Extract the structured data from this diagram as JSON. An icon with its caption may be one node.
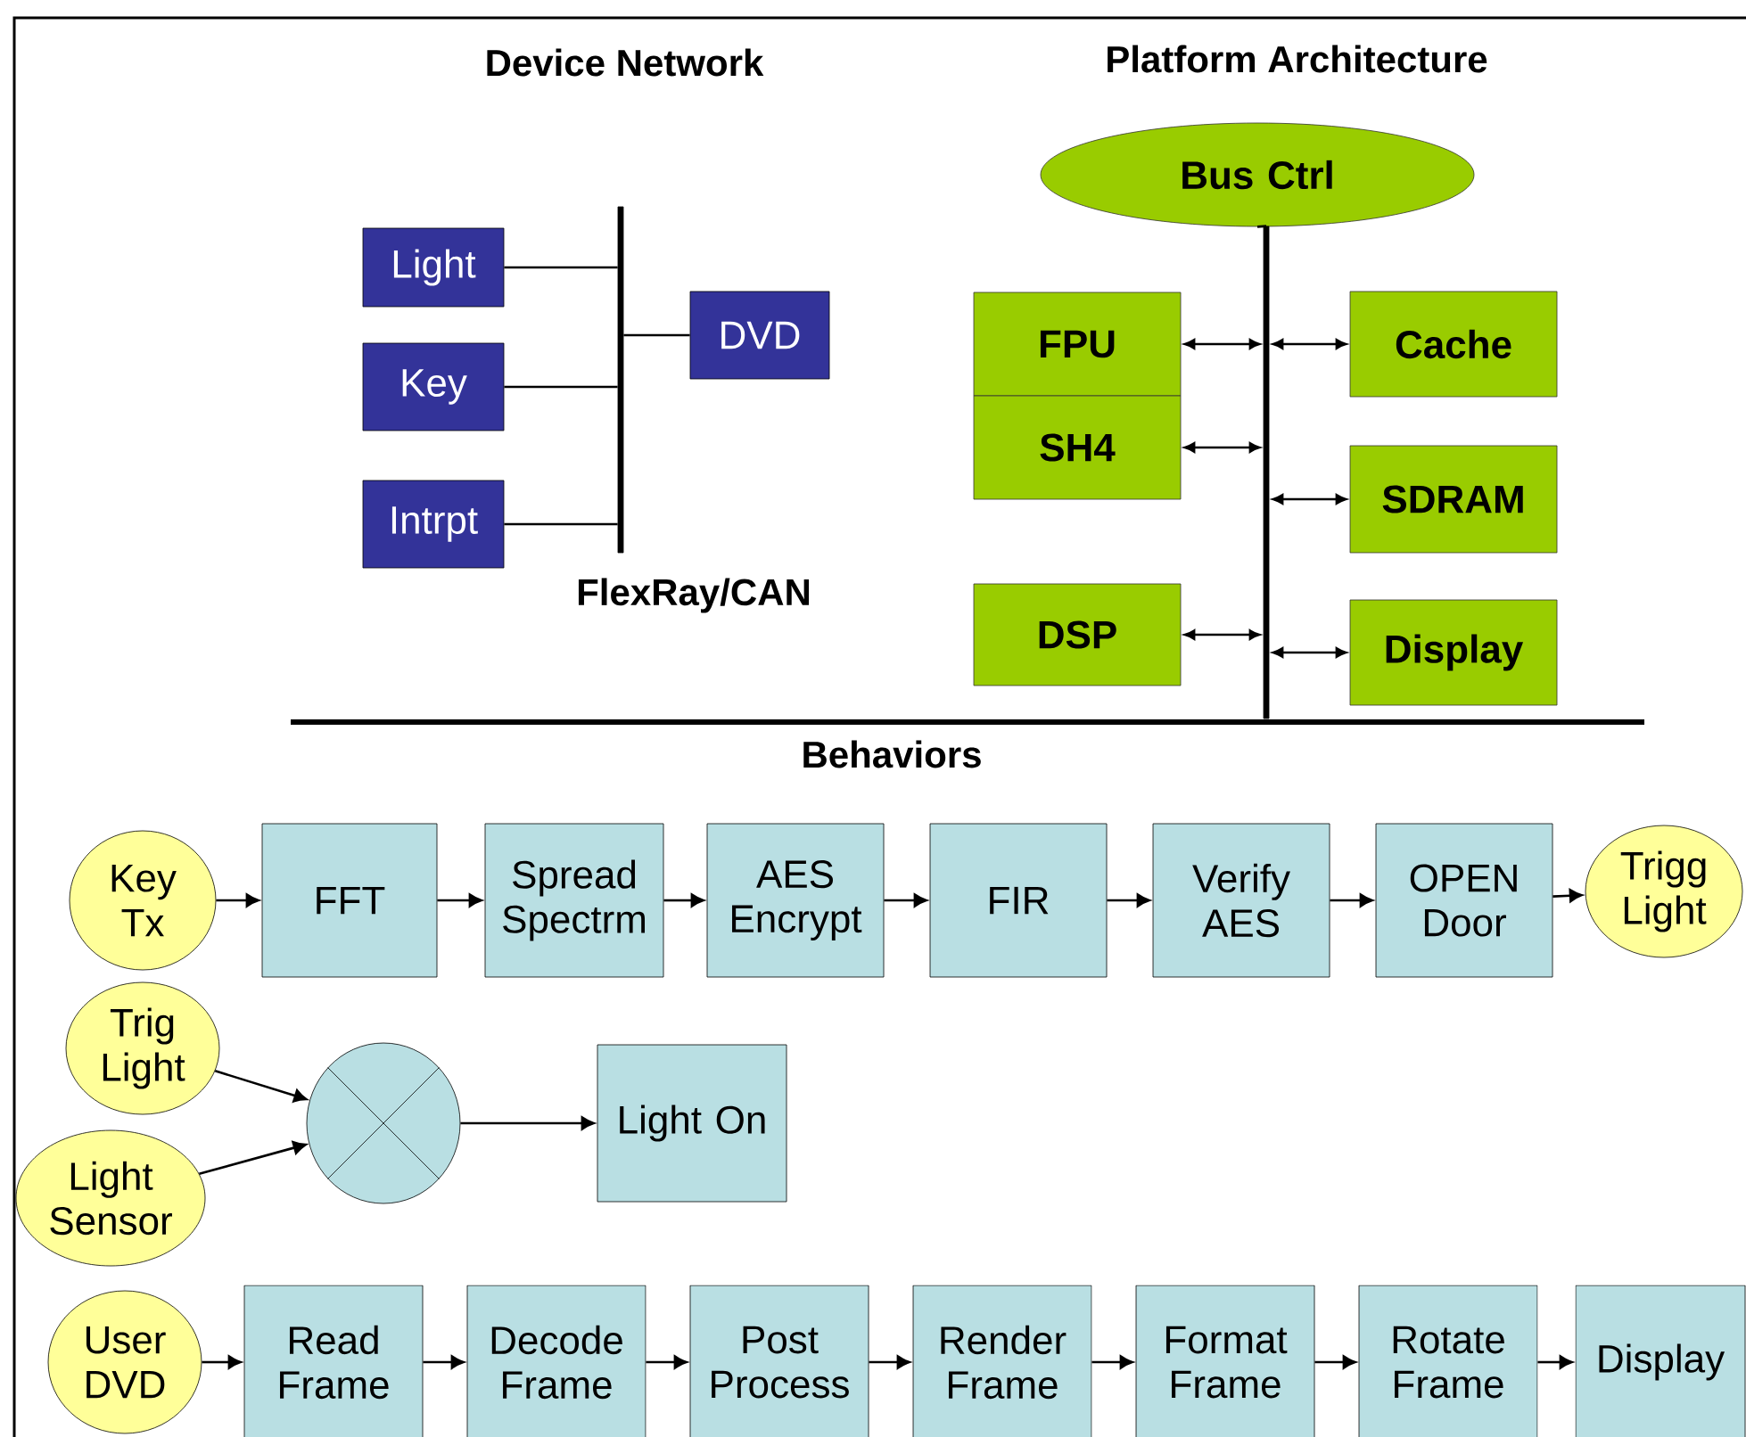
{
  "diagram": {
    "nodes": [
      {
        "text": [
          "Light"
        ]
      },
      {
        "text": [
          "Key"
        ]
      },
      {
        "text": [
          "Intrpt"
        ]
      },
      {
        "text": [],
        "shape": "bar"
      },
      {
        "text": [
          "DVD"
        ]
      },
      {
        "text": [
          "Bus Ctrl"
        ]
      },
      {
        "text": [],
        "shape": "bar"
      },
      {
        "text": [
          "FPU"
        ]
      },
      {
        "text": [
          "Cache"
        ]
      },
      {
        "text": [
          "SH4"
        ]
      },
      {
        "text": [
          "SDRAM"
        ]
      },
      {
        "text": [
          "DSP"
        ]
      },
      {
        "text": [
          "Display"
        ]
      },
      {
        "text": [
          "Key Tx"
        ]
      },
      {
        "text": [
          "FFT"
        ]
      },
      {
        "text": [
          "Spread Spectrm"
        ]
      },
      {
        "text": [
          "AES Encrypt"
        ]
      },
      {
        "text": [
          "FIR"
        ]
      },
      {
        "text": [
          "Verify AES"
        ]
      },
      {
        "text": [
          "OPEN Door"
        ]
      },
      {
        "text": [
          "Trigg Light"
        ]
      },
      {
        "text": [
          "Trig Light"
        ]
      },
      {
        "text": [],
        "shape": "circle"
      },
      {
        "text": [
          "Light On"
        ]
      },
      {
        "text": [
          "Light Sensor"
        ]
      },
      {
        "text": [
          "User DVD"
        ]
      },
      {
        "text": [
          "Read Frame"
        ]
      },
      {
        "text": [
          "Decode Frame"
        ]
      },
      {
        "text": [
          "Post Process"
        ]
      },
      {
        "text": [
          "Render Frame"
        ]
      },
      {
        "text": [
          "Format Frame"
        ]
      },
      {
        "text": [
          "Rotate Frame"
        ]
      },
      {
        "text": [
          "Display"
        ]
      }
    ],
    "edges": [
      {
        "from": 0,
        "to": 3,
        "arrow": "none"
      },
      {
        "from": 1,
        "to": 3,
        "arrow": "none"
      },
      {
        "from": 2,
        "to": 3,
        "arrow": "none"
      },
      {
        "from": 4,
        "to": 3,
        "arrow": "none"
      },
      {
        "from": 5,
        "to": 6,
        "arrow": "none"
      },
      {
        "from": 7,
        "to": 6,
        "arrow": "both"
      },
      {
        "from": 8,
        "to": 6,
        "arrow": "both"
      },
      {
        "from": 9,
        "to": 6,
        "arrow": "both"
      },
      {
        "from": 10,
        "to": 6,
        "arrow": "both"
      },
      {
        "from": 11,
        "to": 6,
        "arrow": "both"
      },
      {
        "from": 12,
        "to": 6,
        "arrow": "both"
      },
      {
        "from": 13,
        "to": 14,
        "arrow": "to"
      },
      {
        "from": 14,
        "to": 15,
        "arrow": "to"
      },
      {
        "from": 15,
        "to": 16,
        "arrow": "to"
      },
      {
        "from": 16,
        "to": 17,
        "arrow": "to"
      },
      {
        "from": 17,
        "to": 18,
        "arrow": "to"
      },
      {
        "from": 18,
        "to": 19,
        "arrow": "to"
      },
      {
        "from": 19,
        "to": 20,
        "arrow": "to"
      },
      {
        "from": 21,
        "to": 22,
        "arrow": "to"
      },
      {
        "from": 24,
        "to": 22,
        "arrow": "to"
      },
      {
        "from": 22,
        "to": 23,
        "arrow": "to"
      },
      {
        "from": 25,
        "to": 26,
        "arrow": "to"
      },
      {
        "from": 26,
        "to": 27,
        "arrow": "to"
      },
      {
        "from": 27,
        "to": 28,
        "arrow": "to"
      },
      {
        "from": 28,
        "to": 29,
        "arrow": "to"
      },
      {
        "from": 29,
        "to": 30,
        "arrow": "to"
      },
      {
        "from": 30,
        "to": 31,
        "arrow": "to"
      },
      {
        "from": 31,
        "to": 32,
        "arrow": "to"
      }
    ],
    "labels": [
      "Device Network",
      "Platform Architecture",
      "FlexRay/CAN",
      "Behaviors"
    ]
  }
}
